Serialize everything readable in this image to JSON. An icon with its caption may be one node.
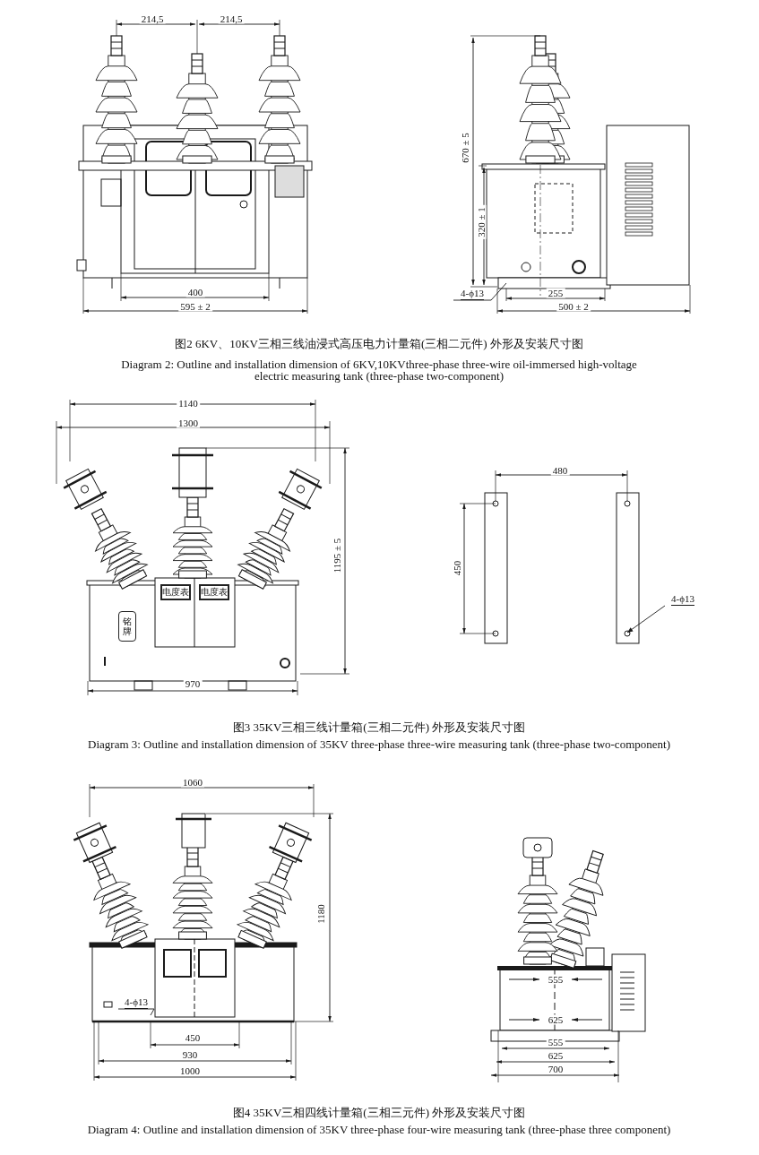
{
  "diagram": {
    "nodes": [
      {
        "text": [
          "4-ϕ13"
        ]
      },
      {
        "text": [
          "电度表"
        ]
      },
      {
        "text": [
          "电度表"
        ]
      },
      {
        "text": [
          "铭牌"
        ]
      },
      {
        "text": [
          "4-ϕ13"
        ]
      },
      {
        "text": [
          "4-ϕ13"
        ]
      }
    ],
    "edges": [
      {
        "from": 0,
        "to": null,
        "arrow": "none"
      },
      {
        "from": 4,
        "to": null,
        "arrow": "to"
      },
      {
        "from": 5,
        "to": null,
        "arrow": "none"
      }
    ],
    "labels": [
      "214,5",
      "214,5",
      "670 ± 5",
      "320 ± 1",
      "400",
      "255",
      "595 ± 2",
      "500 ± 2",
      "图2 6KV、10KV三相三线油浸式高压电力计量箱(三相二元件) 外形及安装尺寸图",
      "Diagram 2: Outline and installation dimension of 6KV,10KVthree-phase three-wire oil-immersed high-voltage electric measuring tank (three-phase two-component)",
      "1140",
      "1300",
      "480",
      "1195 ± 5",
      "450",
      "970",
      "图3 35KV三相三线计量箱(三相二元件) 外形及安装尺寸图",
      "Diagram 3: Outline and installation dimension of 35KV three-phase three-wire measuring tank (three-phase two-component)",
      "1060",
      "1180",
      "555",
      "625",
      "450",
      "555",
      "930",
      "625",
      "1000",
      "700",
      "图4 35KV三相四线计量箱(三相三元件) 外形及安装尺寸图",
      "Diagram 4: Outline and installation dimension of 35KV three-phase four-wire measuring tank (three-phase three component)"
    ]
  }
}
